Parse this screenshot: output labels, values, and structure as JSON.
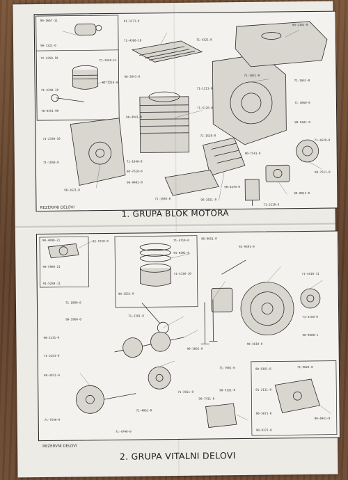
{
  "diagram": {
    "sections": [
      {
        "caption": "1. GRUPA BLOK MOTORA",
        "footer": "REZERVNI DELOVI",
        "part_labels": [
          "90-1667-11",
          "90-7221-0",
          "7I-4350-10",
          "71-1450-11",
          "91-1210-0",
          "7I-4340-10",
          "70-0451-00",
          "91-3271-0",
          "71-4360-10",
          "90-3841-0",
          "71-4321-0",
          "71-1211-0",
          "71-5120-0",
          "90-4941-0",
          "71-2330-10",
          "90-2621-0",
          "71-1050-0",
          "71-1040-0",
          "90-9401-0",
          "71-1031-0",
          "90-2101-0",
          "71-1641-0",
          "71-1060-0",
          "90-9421-0",
          "71-2620-0",
          "90-7511-0",
          "90-9011-0",
          "90-2021-0",
          "71-1620-0",
          "90-7541-0",
          "71-1030-0",
          "90-6470-0",
          "71-2110-0",
          "90-7610-0"
        ]
      },
      {
        "caption": "2. GRUPA VITALNI DELOVI",
        "footer": "REZERVNI DELOVI",
        "part_labels": [
          "90-4890-21",
          "90-5980-21",
          "91-5280-11",
          "92-5710-0",
          "71-4710-0",
          "91-0201-0",
          "90-2551-0",
          "71-4720-10",
          "90-0651-0",
          "92-9391-0",
          "71-4510-11",
          "71-3150-0",
          "90-9680-1",
          "90-3610-0",
          "71-1080-0",
          "90-5960-0",
          "90-2131-0",
          "71-2181-0",
          "90-3831-0",
          "71-7540-0",
          "71-4740-0",
          "71-2301-0",
          "90-3601-0",
          "71-3561-0",
          "71-4061-0",
          "90-7411-0",
          "71-7901-0",
          "90-5121-0",
          "90-9381-0",
          "91-2111-0",
          "90-5671-0",
          "71-9821-0",
          "90-4061-0",
          "90-8371-0"
        ]
      }
    ]
  }
}
